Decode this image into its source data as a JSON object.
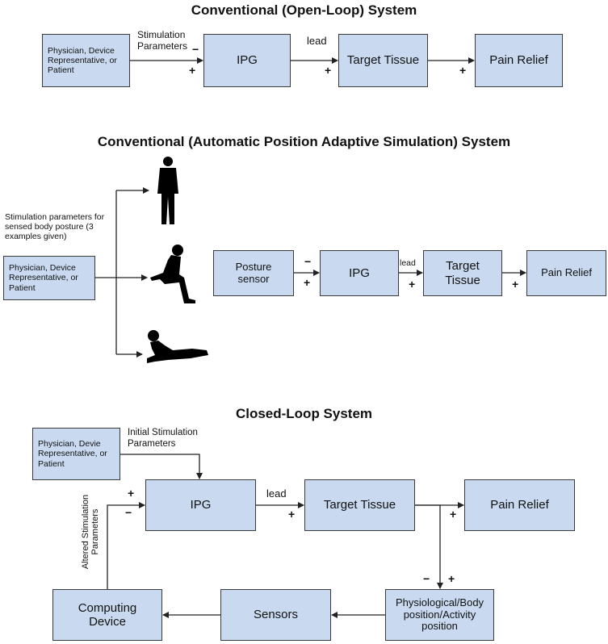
{
  "section1": {
    "title": "Conventional (Open-Loop) System",
    "source": "Physician, Device Representative, or Patient",
    "stim_label": "Stimulation Parameters",
    "ipg": "IPG",
    "lead_label": "lead",
    "target": "Target Tissue",
    "relief": "Pain Relief",
    "minus": "−",
    "plus": "+"
  },
  "section2": {
    "title": "Conventional (Automatic Position Adaptive Simulation) System",
    "stim_label": "Stimulation parameters for sensed body posture (3 examples given)",
    "source": "Physician, Device Representative, or Patient",
    "posture_sensor": "Posture sensor",
    "ipg": "IPG",
    "lead_label": "lead",
    "target": "Target Tissue",
    "relief": "Pain Relief",
    "minus": "−",
    "plus": "+"
  },
  "section3": {
    "title": "Closed-Loop System",
    "source": "Physician, Devie Representative, or Patient",
    "initial_label": "Initial Stimulation Parameters",
    "ipg": "IPG",
    "lead_label": "lead",
    "target": "Target Tissue",
    "relief": "Pain Relief",
    "physio": "Physiological/Body position/Activity position",
    "sensors": "Sensors",
    "computing": "Computing Device",
    "altered_label": "Altered Stimulation Parameters",
    "minus": "−",
    "plus": "+"
  },
  "colors": {
    "box_fill": "#c9daf0",
    "box_border": "#3a3a3a",
    "line": "#222222"
  },
  "icons": [
    "standing-person-icon",
    "sitting-person-icon",
    "lying-person-icon"
  ]
}
